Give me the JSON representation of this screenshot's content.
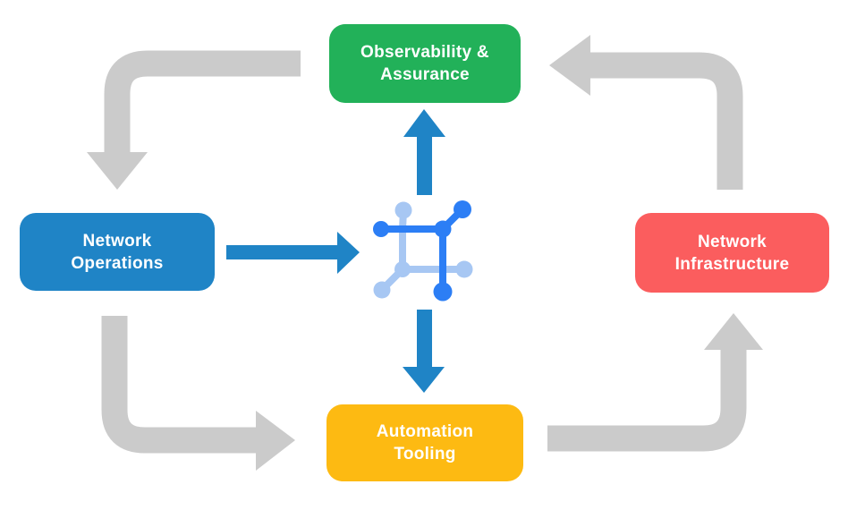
{
  "diagram": {
    "title": "Network automation lifecycle diagram",
    "background_color": "#ffffff",
    "nodes": [
      {
        "id": "observability-assurance",
        "line1": "Observability &",
        "line2": "Assurance",
        "color": "#22B159",
        "position": "top-center"
      },
      {
        "id": "network-operations",
        "line1": "Network",
        "line2": "Operations",
        "color": "#1F84C6",
        "position": "middle-left"
      },
      {
        "id": "network-infrastructure",
        "line1": "Network",
        "line2": "Infrastructure",
        "color": "#FB5D5E",
        "position": "middle-right"
      },
      {
        "id": "automation-tooling",
        "line1": "Automation",
        "line2": "Tooling",
        "color": "#FDBA12",
        "position": "bottom-center"
      }
    ],
    "center_icon": {
      "name": "network-automation-mesh-icon",
      "dark_blue": "#2C7EF5",
      "light_blue": "#A7C7F3"
    },
    "arrows": {
      "gray_color": "#CBCBCB",
      "blue_color": "#1F84C6",
      "gray_flow": [
        "observability-assurance to network-operations",
        "network-operations to automation-tooling",
        "automation-tooling to network-infrastructure",
        "network-infrastructure to observability-assurance"
      ],
      "blue_flow": [
        "network-operations to center-icon",
        "center-icon to observability-assurance",
        "center-icon to automation-tooling"
      ]
    }
  }
}
